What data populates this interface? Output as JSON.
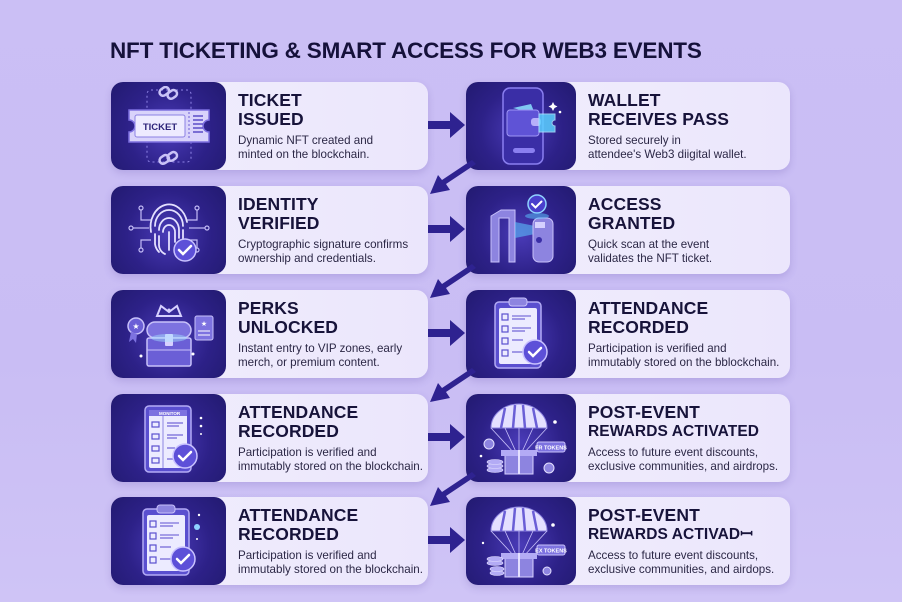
{
  "title": "NFT TICKETING & SMART ACCESS FOR WEB3 EVENTS",
  "colors": {
    "background": "#cbbff5",
    "icon_box": "#2d2188",
    "card": "#efebfd",
    "arrow": "#2e2290",
    "heading": "#17133a"
  },
  "steps": [
    {
      "icon": "ticket-icon",
      "heading_1": "TICKET",
      "heading_2": "ISSUED",
      "desc_1": "Dynamic NFT created and",
      "desc_2": "minted on the blockchain.",
      "icon_label": "TICKET"
    },
    {
      "icon": "wallet-icon",
      "heading_1": "WALLET",
      "heading_2": "RECEIVES PASS",
      "desc_1": "Stored securely in",
      "desc_2": "attendee's Web3 diigital wallet."
    },
    {
      "icon": "fingerprint-icon",
      "heading_1": "IDENTITY",
      "heading_2": "VERIFIED",
      "desc_1": "Cryptographic signature confirms",
      "desc_2": "ownership and credentials."
    },
    {
      "icon": "turnstile-icon",
      "heading_1": "ACCESS",
      "heading_2": "GRANTED",
      "desc_1": "Quick scan at the event",
      "desc_2": "validates the NFT ticket."
    },
    {
      "icon": "treasure-chest-icon",
      "heading_1": "PERKS",
      "heading_2": "UNLOCKED",
      "desc_1": "Instant entry to VIP zones, early",
      "desc_2": "merch, or premium content."
    },
    {
      "icon": "clipboard-check-icon",
      "heading_1": "ATTENDANCE",
      "heading_2": "RECORDED",
      "desc_1": "Participation is verified and",
      "desc_2": "immutably stored on the bblockchain."
    },
    {
      "icon": "clipboard-check-icon",
      "heading_1": "ATTENDANCE",
      "heading_2": "RECORDED",
      "desc_1": "Participation is verified and",
      "desc_2": "immutably stored on the blockchain.",
      "icon_label": "MONITOR"
    },
    {
      "icon": "parachute-gift-icon",
      "heading_1": "POST-EVENT",
      "heading_2": "REWARDS ACTIVATED",
      "desc_1": "Access to future event discounts,",
      "desc_2": "exclusive communities, and airdrops.",
      "icon_label": "FR TOKENS"
    },
    {
      "icon": "clipboard-check-icon",
      "heading_1": "ATTENDANCE",
      "heading_2": "RECORDED",
      "desc_1": "Participation is verified and",
      "desc_2": "immutably stored on the blockchain."
    },
    {
      "icon": "parachute-gift-icon",
      "heading_1": "POST-EVENT",
      "heading_2": "REWARDS ACTIVADꟷ",
      "desc_1": "Access to future event discounts,",
      "desc_2": "exclusive communities, and airdops.",
      "icon_label": "EX TOKENS"
    }
  ]
}
